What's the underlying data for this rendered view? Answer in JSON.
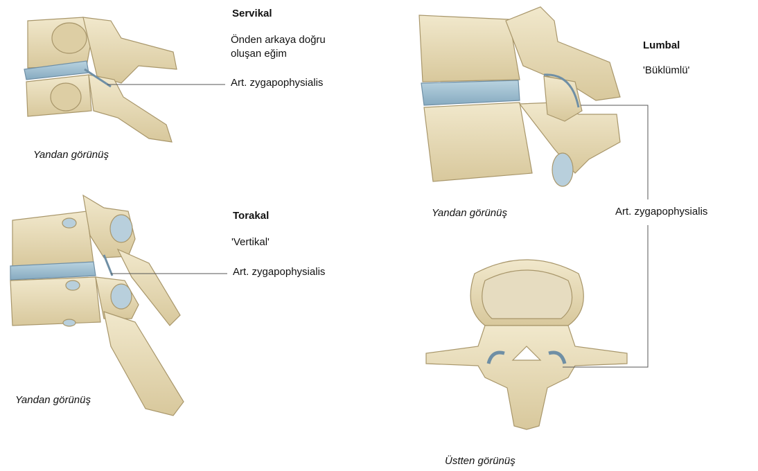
{
  "sections": {
    "servikal": {
      "title": "Servikal",
      "description": "Önden arkaya doğru\noluşan eğim",
      "joint_label": "Art. zygapophysialis",
      "view": "Yandan görünüş"
    },
    "torakal": {
      "title": "Torakal",
      "description": "'Vertikal'",
      "joint_label": "Art. zygapophysialis",
      "view": "Yandan görünüş"
    },
    "lumbal": {
      "title": "Lumbal",
      "description": "'Büklümlü'",
      "joint_label": "Art. zygapophysialis",
      "view_side": "Yandan görünüş",
      "view_top": "Üstten görünüş"
    }
  },
  "colors": {
    "bone": "#e8dcb8",
    "bone_shadow": "#c9b98e",
    "bone_outline": "#a8966a",
    "disc": "#9fbfd0",
    "cartilage": "#7fa7c0",
    "leader_line": "#555555"
  }
}
